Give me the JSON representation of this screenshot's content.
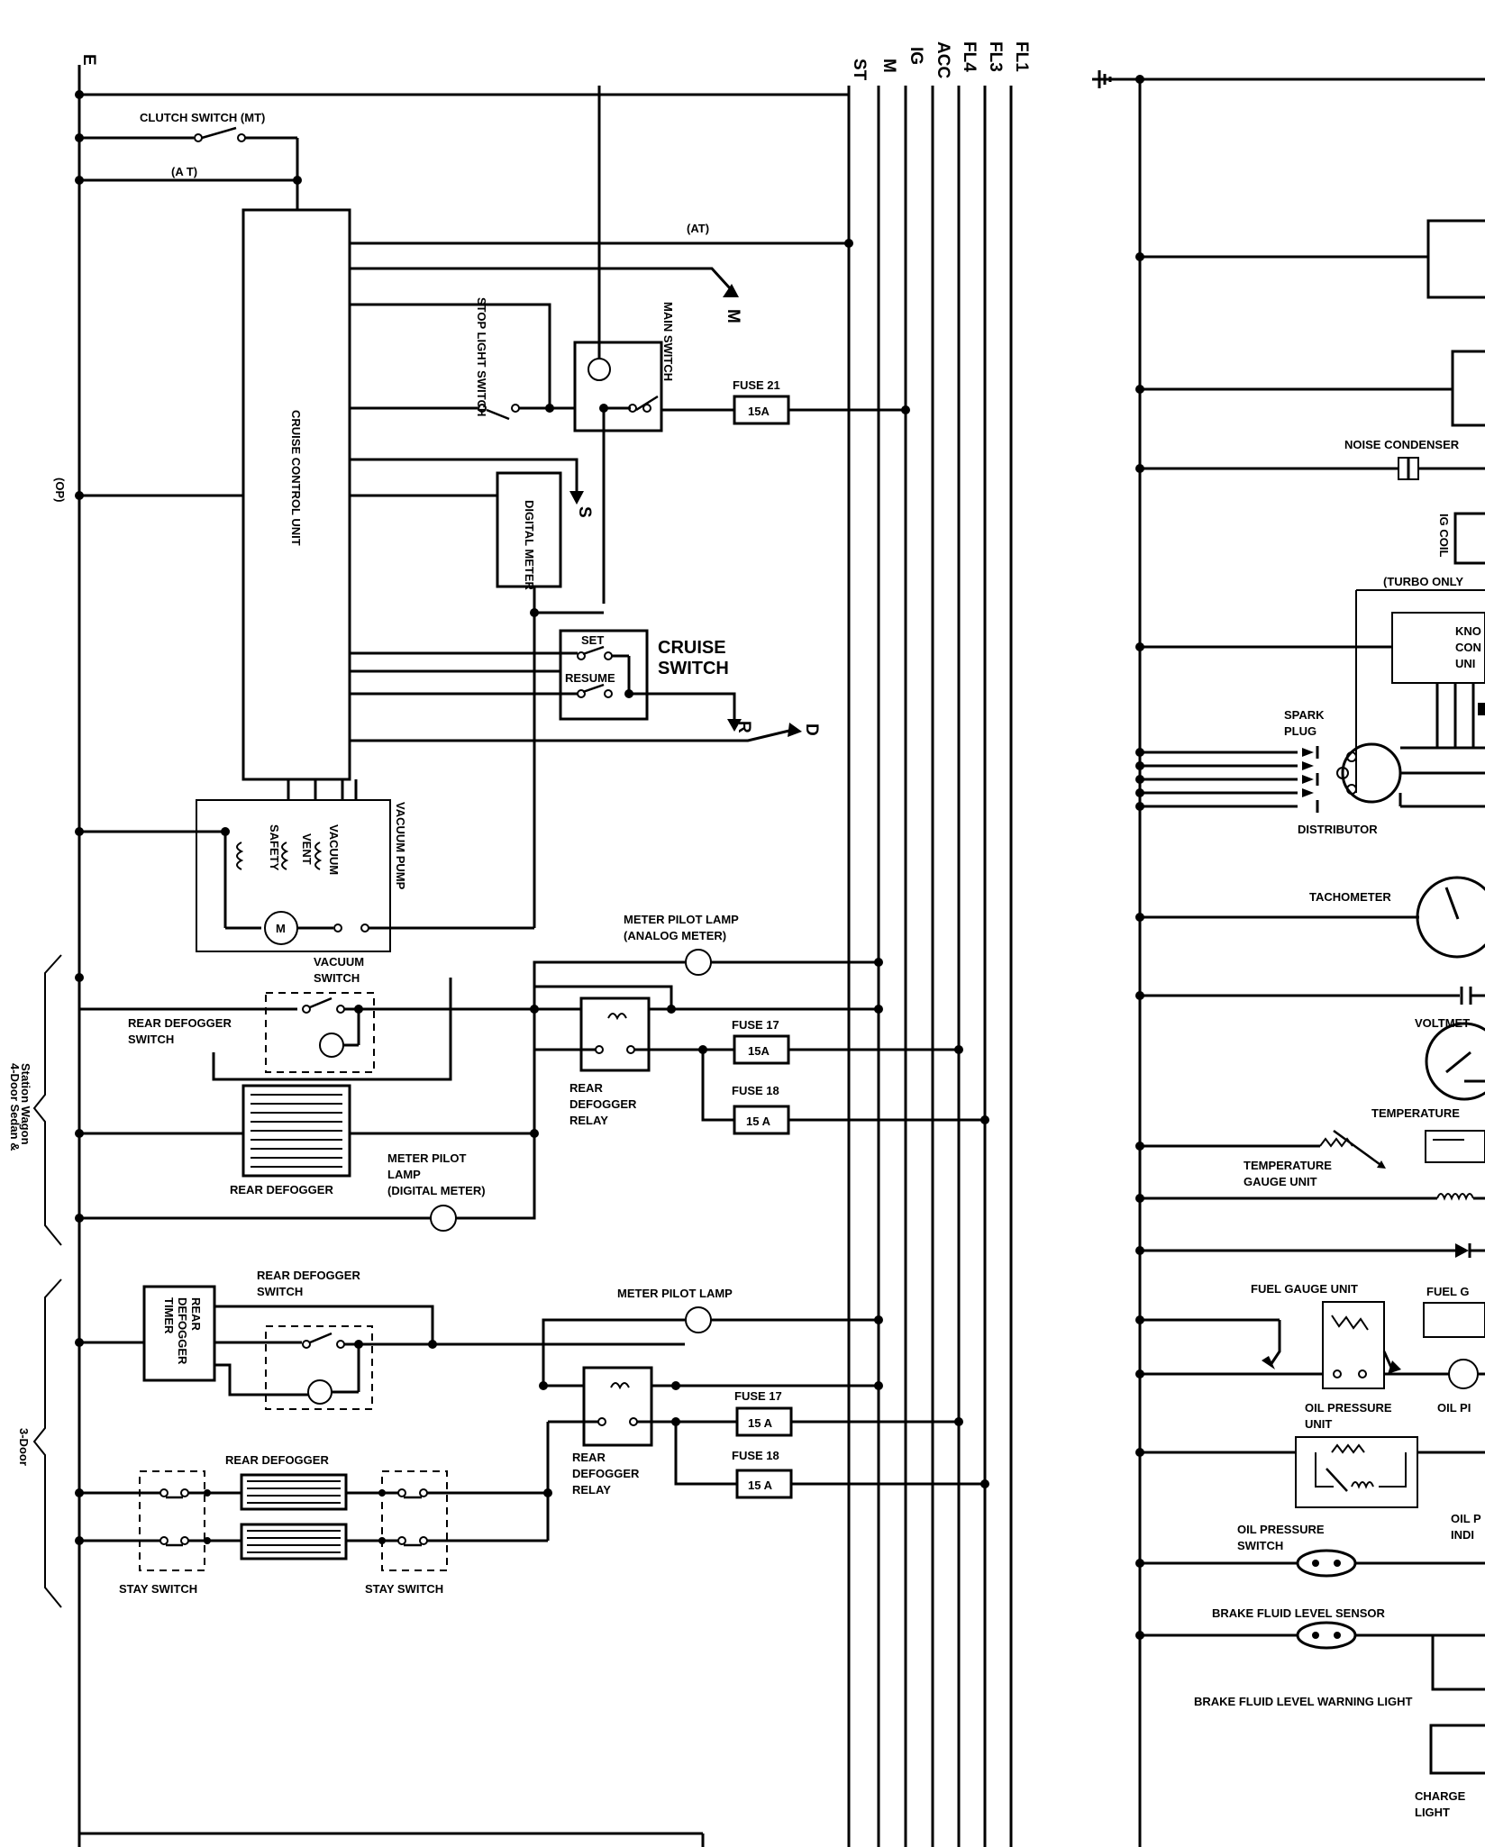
{
  "bus_lines": [
    "ST",
    "M",
    "IG",
    "ACC",
    "FL4",
    "FL3",
    "FL1"
  ],
  "ground_label": "E",
  "left": {
    "clutch_switch": "CLUTCH SWITCH (MT)",
    "at_label": "(A T)",
    "at_label2": "(AT)",
    "op_label": "(OP)",
    "cruise_unit": "CRUISE CONTROL UNIT",
    "stop_light_switch": "STOP LIGHT SWITCH",
    "main_switch": "MAIN SWITCH",
    "fuse_21": "FUSE 21",
    "fuse_15a": "15A",
    "digital_meter": "DIGITAL METER",
    "arrow_m": "M",
    "arrow_s": "S",
    "arrow_r": "R",
    "arrow_d": "D",
    "set": "SET",
    "resume": "RESUME",
    "cruise_switch_1": "CRUISE",
    "cruise_switch_2": "SWITCH",
    "vacuum_pump": "VACUUM PUMP",
    "safety": "SAFETY",
    "vent": "VENT",
    "vacuum": "VACUUM",
    "motor": "M",
    "meter_pilot_analog_1": "METER PILOT LAMP",
    "meter_pilot_analog_2": "(ANALOG METER)",
    "vacuum_switch_1": "VACUUM",
    "vacuum_switch_2": "SWITCH",
    "rear_defogger_switch_1": "REAR DEFOGGER",
    "rear_defogger_switch_2": "SWITCH",
    "fuse_17": "FUSE 17",
    "fuse_17_val": "15A",
    "fuse_18": "FUSE 18",
    "fuse_18_val": "15 A",
    "rear_defogger_relay_1": "REAR",
    "rear_defogger_relay_2": "DEFOGGER",
    "rear_defogger_relay_3": "RELAY",
    "rear_defogger": "REAR DEFOGGER",
    "meter_pilot_digital_1": "METER PILOT",
    "meter_pilot_digital_2": "LAMP",
    "meter_pilot_digital_3": "(DIGITAL METER)",
    "group_4door_1": "4-Door Sedan &",
    "group_4door_2": "Station Wagon",
    "group_3door": "3-Door",
    "rear_defogger_switch_b1": "REAR DEFOGGER",
    "rear_defogger_switch_b2": "SWITCH",
    "rear_defogger_timer_1": "REAR",
    "rear_defogger_timer_2": "DEFOGGER",
    "rear_defogger_timer_3": "TIMER",
    "meter_pilot_lamp": "METER PILOT LAMP",
    "fuse_17b": "FUSE 17",
    "fuse_17b_val": "15 A",
    "fuse_18b": "FUSE 18",
    "fuse_18b_val": "15 A",
    "rear_defogger_b": "REAR DEFOGGER",
    "stay_switch_l": "STAY SWITCH",
    "stay_switch_r": "STAY SWITCH",
    "relay_b1": "REAR",
    "relay_b2": "DEFOGGER",
    "relay_b3": "RELAY"
  },
  "right": {
    "noise_condenser": "NOISE CONDENSER",
    "ig_coil": "IG COIL",
    "turbo_only": "(TURBO ONLY",
    "knock_1": "KNO",
    "knock_2": "CON",
    "knock_3": "UNI",
    "spark_plug_1": "SPARK",
    "spark_plug_2": "PLUG",
    "distributor": "DISTRIBUTOR",
    "tachometer": "TACHOMETER",
    "voltmeter": "VOLTMET",
    "temperature": "TEMPERATURE",
    "temp_gauge_unit_1": "TEMPERATURE",
    "temp_gauge_unit_2": "GAUGE UNIT",
    "fuel_gauge_unit": "FUEL GAUGE UNIT",
    "fuel_g": "FUEL G",
    "oil_pressure_unit_1": "OIL PRESSURE",
    "oil_pressure_unit_2": "UNIT",
    "oil_p": "OIL PI",
    "oil_ind_1": "OIL P",
    "oil_ind_2": "INDI",
    "oil_pressure_switch_1": "OIL PRESSURE",
    "oil_pressure_switch_2": "SWITCH",
    "brake_fluid_sensor": "BRAKE FLUID LEVEL SENSOR",
    "brake_fluid_warning": "BRAKE FLUID LEVEL WARNING LIGHT",
    "charge_light_1": "CHARGE",
    "charge_light_2": "LIGHT"
  }
}
